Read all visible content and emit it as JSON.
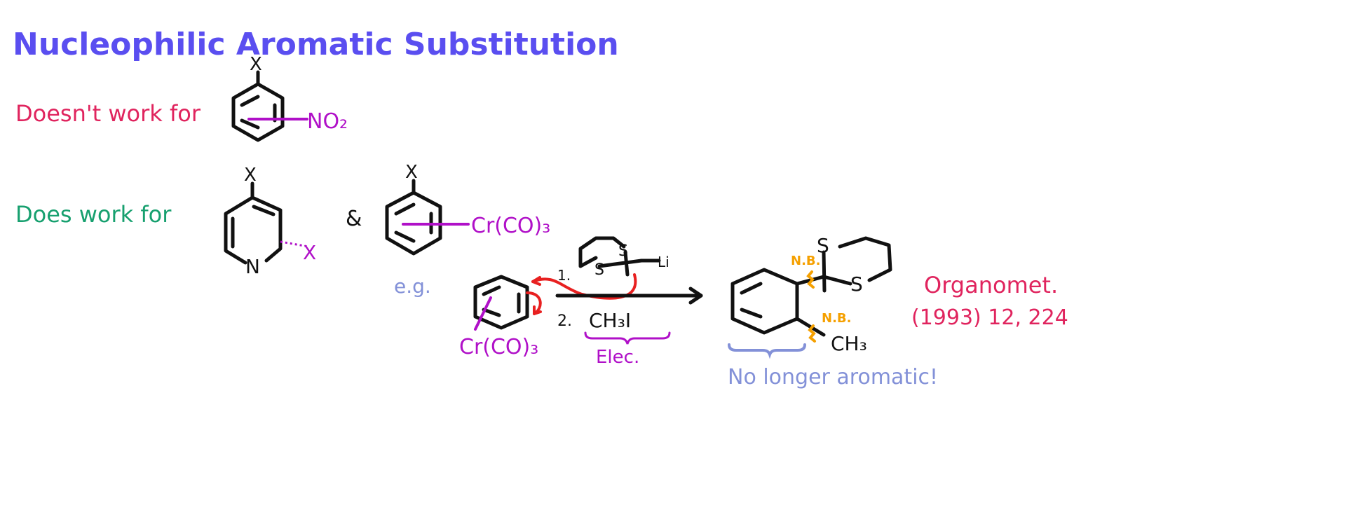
{
  "title": "Nucleophilic Aromatic Substitution",
  "doesnt_work": {
    "label": "Doesn't work for",
    "substituent_top": "X",
    "substituent_ring": "NO₂"
  },
  "does_work": {
    "label": "Does work for",
    "pyridine": {
      "top": "X",
      "n": "N",
      "side": "X"
    },
    "ampersand": "&",
    "arene_complex": {
      "top": "X",
      "metal": "Cr(CO)₃"
    }
  },
  "example": {
    "eg": "e.g.",
    "substrate_metal": "Cr(CO)₃",
    "step1": "1.",
    "reagent_s_top": "S",
    "reagent_s_bottom": "S",
    "reagent_li": "Li",
    "step2": "2.",
    "step2_reagent": "CH₃I",
    "step2_role": "Elec.",
    "product_s_top": "S",
    "product_s_right": "S",
    "product_ch3": "CH₃",
    "nb_1": "N.B.",
    "nb_2": "N.B.",
    "reference_journal": "Organomet.",
    "reference_details": "(1993) 12, 224",
    "note": "No longer aromatic!"
  },
  "colors": {
    "title": "#5a4ef0",
    "negative": "#e0245e",
    "positive": "#17a06f",
    "metal": "#b010c8",
    "note": "#8391d8",
    "highlight": "#f5a000",
    "arrow": "#e82020"
  }
}
